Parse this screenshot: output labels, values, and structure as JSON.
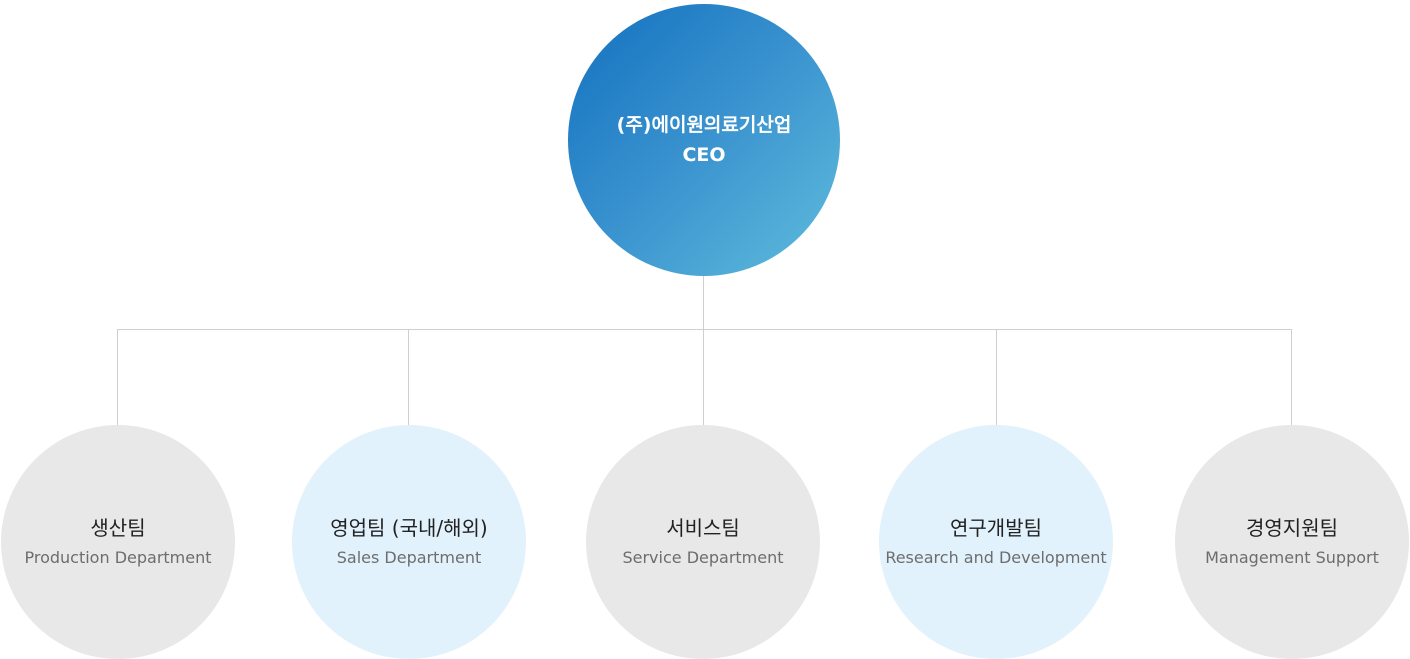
{
  "ceo": {
    "company": "(주)에이원의료기산업",
    "role": "CEO"
  },
  "departments": [
    {
      "name_kr": "생산팀",
      "name_en": "Production Department",
      "fill": "#e8e8e8"
    },
    {
      "name_kr": "영업팀 (국내/해외)",
      "name_en": "Sales Department",
      "fill": "#e2f2fc"
    },
    {
      "name_kr": "서비스팀",
      "name_en": "Service Department",
      "fill": "#e8e8e8"
    },
    {
      "name_kr": "연구개발팀",
      "name_en": "Research and Development",
      "fill": "#e2f2fc"
    },
    {
      "name_kr": "경영지원팀",
      "name_en": "Management Support",
      "fill": "#e8e8e8"
    }
  ],
  "colors": {
    "ceo_gradient_start": "#1270bf",
    "ceo_gradient_end": "#60bddc",
    "connector": "#cfcfcf"
  }
}
